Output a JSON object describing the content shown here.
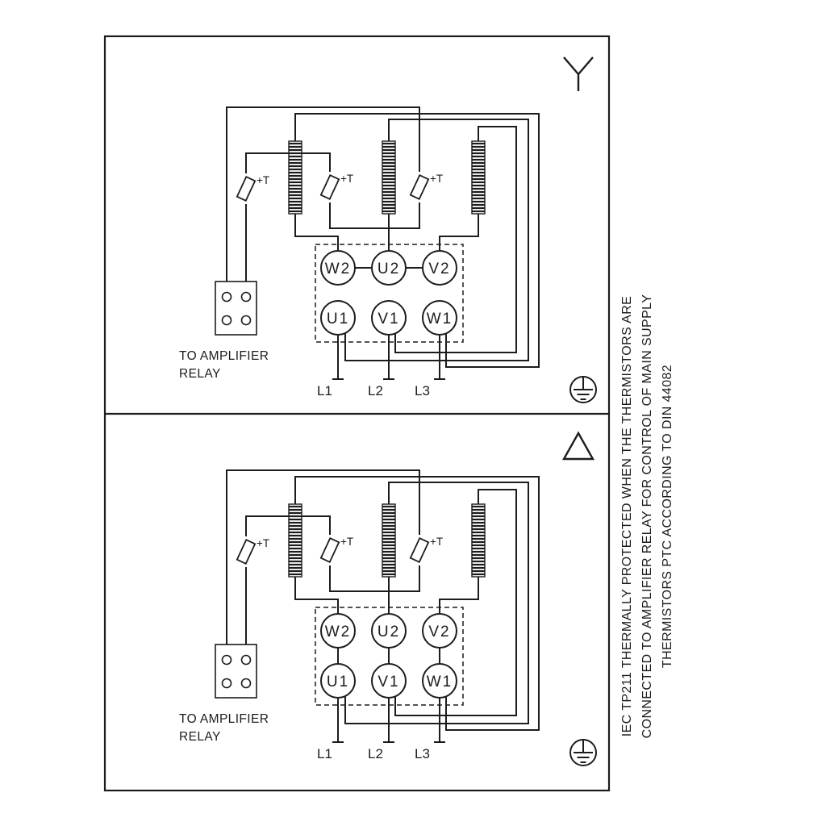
{
  "colors": {
    "ink": "#1c1c1c",
    "bg": "#ffffff"
  },
  "panels": [
    {
      "id": "star",
      "connection": "star"
    },
    {
      "id": "delta",
      "connection": "delta"
    }
  ],
  "terminal_labels": {
    "top_row": [
      "W2",
      "U2",
      "V2"
    ],
    "bottom_row": [
      "U1",
      "V1",
      "W1"
    ]
  },
  "supply_labels": [
    "L1",
    "L2",
    "L3"
  ],
  "thermistor_label": "+T",
  "relay_caption": {
    "line1": "TO AMPLIFIER",
    "line2": "RELAY"
  },
  "side_note": {
    "lines": [
      "IEC TP211 THERMALLY PROTECTED WHEN THE THERMISTORS ARE",
      "CONNECTED TO AMPLIFIER RELAY FOR CONTROL OF MAIN SUPPLY",
      "THERMISTORS PTC ACCORDING TO DIN 44082"
    ]
  }
}
